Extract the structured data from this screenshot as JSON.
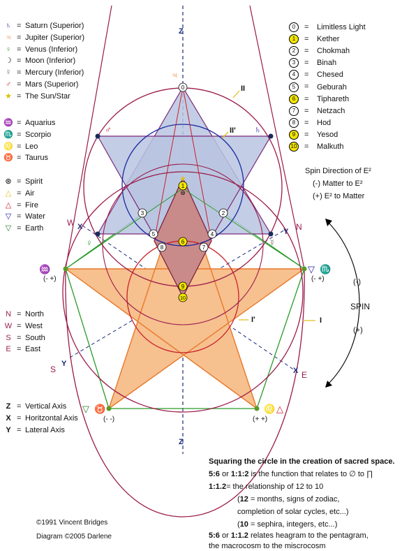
{
  "planets": [
    {
      "symbol": "♄",
      "text": "Saturn (Superior)",
      "color": "#1a1aa0"
    },
    {
      "symbol": "♃",
      "text": "Jupiter (Superior)",
      "color": "#e8782a"
    },
    {
      "symbol": "♀",
      "text": "Venus (Inferior)",
      "color": "#3a9a3a"
    },
    {
      "symbol": "☽",
      "text": "Moon (Inferior)",
      "color": "#2a2a2a"
    },
    {
      "symbol": "☿",
      "text": "Mercury (Inferior)",
      "color": "#6a6a6a"
    },
    {
      "symbol": "♂",
      "text": "Mars (Superior)",
      "color": "#c8202a"
    },
    {
      "symbol": "★",
      "text": "The Sun/Star",
      "color": "#d8c000"
    }
  ],
  "zodiac": [
    {
      "symbol": "♒",
      "text": "Aquarius",
      "color": "#e0c020"
    },
    {
      "symbol": "♏",
      "text": "Scorpio",
      "color": "#1a1aa0"
    },
    {
      "symbol": "♌",
      "text": "Leo",
      "color": "#c8202a"
    },
    {
      "symbol": "♉",
      "text": "Taurus",
      "color": "#2a7a2a"
    }
  ],
  "elements": [
    {
      "symbol": "⊛",
      "text": "Spirit",
      "color": "#000000"
    },
    {
      "symbol": "△",
      "text": "Air",
      "color": "#e0c020"
    },
    {
      "symbol": "△",
      "text": "Fire",
      "color": "#c8202a"
    },
    {
      "symbol": "▽",
      "text": "Water",
      "color": "#1a1aa0"
    },
    {
      "symbol": "▽",
      "text": "Earth",
      "color": "#2a7a2a"
    }
  ],
  "directions": [
    {
      "symbol": "N",
      "text": "North",
      "color": "#9a2050"
    },
    {
      "symbol": "W",
      "text": "West",
      "color": "#9a2050"
    },
    {
      "symbol": "S",
      "text": "South",
      "color": "#9a2050"
    },
    {
      "symbol": "E",
      "text": "East",
      "color": "#9a2050"
    }
  ],
  "axes": [
    {
      "symbol": "Z",
      "text": "Vertical Axis"
    },
    {
      "symbol": "X",
      "text": "Horitzontal Axis"
    },
    {
      "symbol": "Y",
      "text": "Lateral Axis"
    }
  ],
  "eq_sign": "=",
  "sephiroth": [
    {
      "num": "0",
      "text": "Limitless Light",
      "yellow": false
    },
    {
      "num": "1",
      "text": "Kether",
      "yellow": true
    },
    {
      "num": "2",
      "text": "Chokmah",
      "yellow": false
    },
    {
      "num": "3",
      "text": "Binah",
      "yellow": false
    },
    {
      "num": "4",
      "text": "Chesed",
      "yellow": false
    },
    {
      "num": "5",
      "text": "Geburah",
      "yellow": false
    },
    {
      "num": "6",
      "text": "Tiphareth",
      "yellow": true
    },
    {
      "num": "7",
      "text": "Netzach",
      "yellow": false
    },
    {
      "num": "8",
      "text": "Hod",
      "yellow": false
    },
    {
      "num": "9",
      "text": "Yesod",
      "yellow": true
    },
    {
      "num": "10",
      "text": "Malkuth",
      "yellow": true
    }
  ],
  "spin_direction": {
    "title": "Spin Direction of E²",
    "minus": "(-) Matter to E²",
    "plus": "(+) E² to Matter"
  },
  "spin": {
    "minus": "(-)",
    "label": "SPIN",
    "plus": "(+)"
  },
  "diagram_labels": {
    "z": "Z",
    "x": "X",
    "y": "Y",
    "N": "N",
    "W": "W",
    "S": "S",
    "E": "E",
    "II": "II",
    "II_prime": "II'",
    "I": "I",
    "I_prime": "I'",
    "left_sign": "(- +)",
    "right_sign": "(- +)",
    "bottom_left_sign": "(- -)",
    "bottom_right_sign": "(+ +)"
  },
  "notes": {
    "title": "Squaring the circle in the creation of sacred space.",
    "l1_bold": "5:6",
    "l1_mid": " or ",
    "l1_bold2": "1:1:2",
    "l1_rest": " is the function that relates to ∅ to ∏",
    "l2_bold": "1:1.2",
    "l2_rest": "= the relationship of 12 to 10",
    "l3_bold": "12",
    "l3_rest": " = months, signs of zodiac,",
    "l4": "completion of solar cycles, etc...)",
    "l5_bold": "10",
    "l5_rest": " = sephira, integers, etc...)",
    "l6_bold": "5:6",
    "l6_mid": " or ",
    "l6_bold2": "1:1.2",
    "l6_rest": " relates heagram to the pentagram,",
    "l7": "the macrocosm to the miscrocosm"
  },
  "credits": {
    "c1": "©1991 Vincent Bridges",
    "c2": "Diagram ©2005 Darlene"
  }
}
